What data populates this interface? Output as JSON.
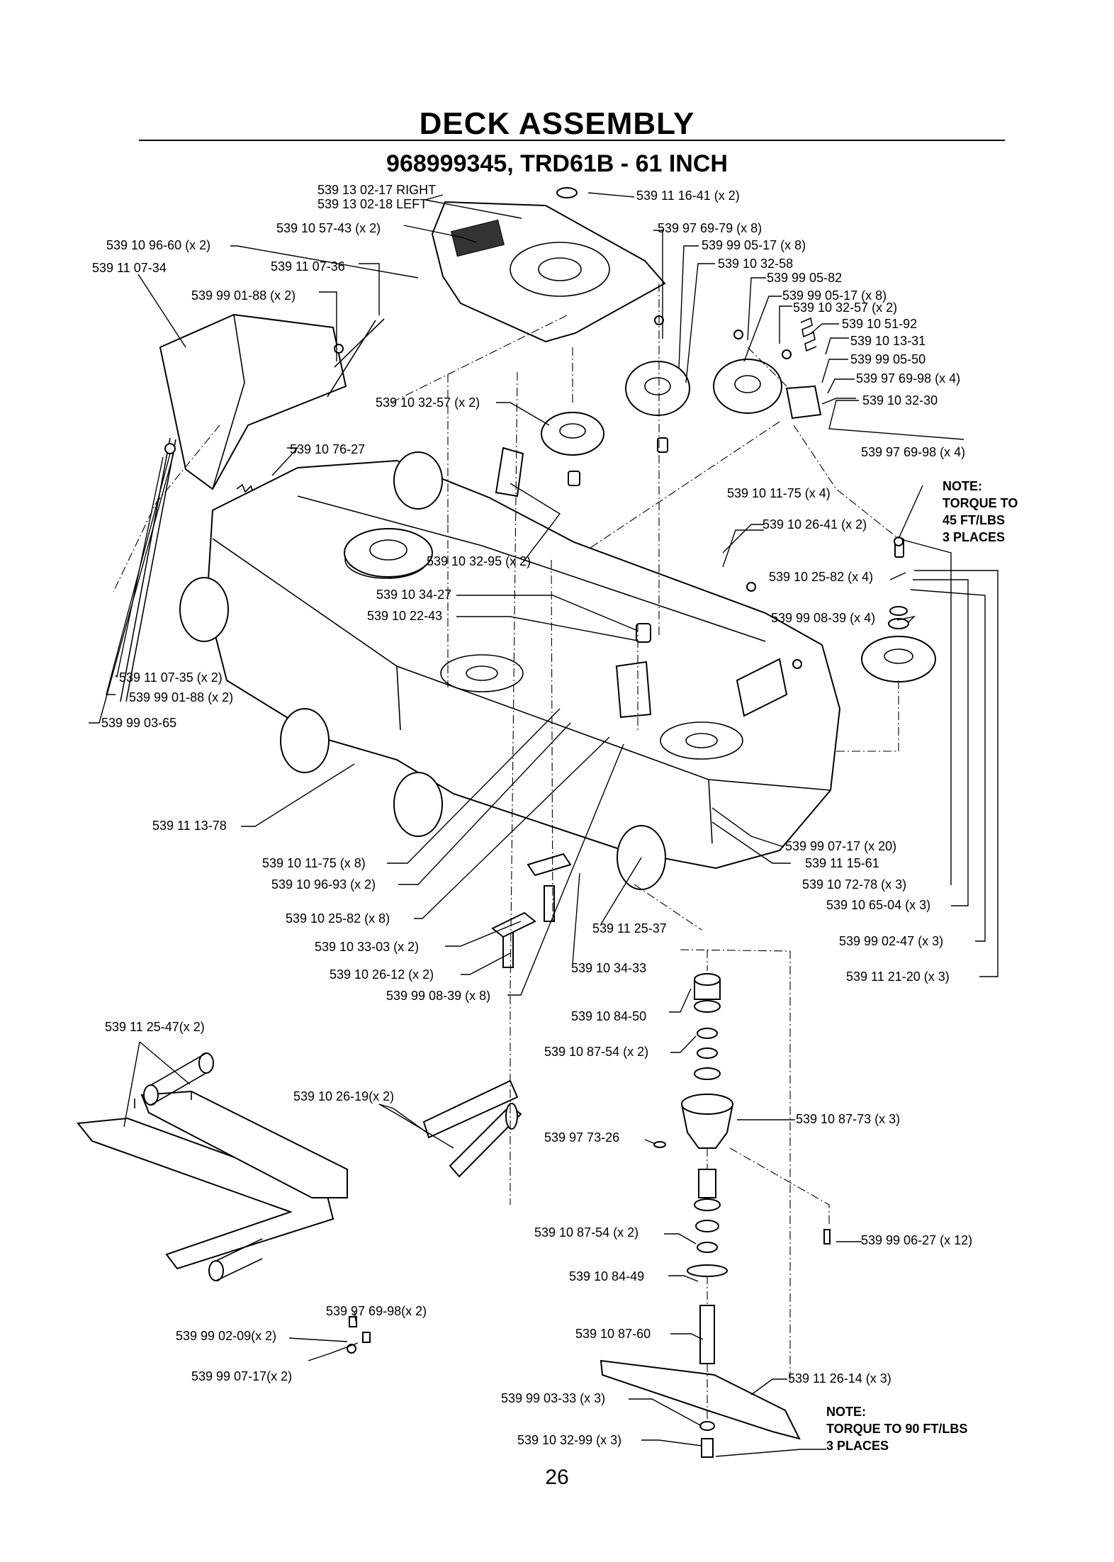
{
  "title": "DECK ASSEMBLY",
  "subtitle": "968999345, TRD61B - 61 INCH",
  "page_number": "26",
  "callouts": [
    {
      "part": "539 13 02-17 RIGHT",
      "qty": ""
    },
    {
      "part": "539 13 02-18 LEFT",
      "qty": ""
    },
    {
      "part": "539 11 16-41",
      "qty": "(x 2)"
    },
    {
      "part": "539 10 57-43",
      "qty": "(x 2)"
    },
    {
      "part": "539 97 69-79",
      "qty": "(x 8)"
    },
    {
      "part": "539 99 05-17",
      "qty": "(x 8)"
    },
    {
      "part": "539 10 96-60",
      "qty": "(x 2)"
    },
    {
      "part": "539 10 32-58",
      "qty": ""
    },
    {
      "part": "539 11 07-34",
      "qty": ""
    },
    {
      "part": "539 11 07-36",
      "qty": ""
    },
    {
      "part": "539 99 05-82",
      "qty": ""
    },
    {
      "part": "539 99 05-17",
      "qty": "(x 8)"
    },
    {
      "part": "539 99 01-88",
      "qty": "(x 2)"
    },
    {
      "part": "539 10 32-57",
      "qty": "(x 2)"
    },
    {
      "part": "539 10 51-92",
      "qty": ""
    },
    {
      "part": "539 10 13-31",
      "qty": ""
    },
    {
      "part": "539 99 05-50",
      "qty": ""
    },
    {
      "part": "539 97 69-98",
      "qty": "(x 4)"
    },
    {
      "part": "539 10 32-57",
      "qty": "(x 2)"
    },
    {
      "part": "539 10 32-30",
      "qty": ""
    },
    {
      "part": "539 10 76-27",
      "qty": ""
    },
    {
      "part": "539 97 69-98",
      "qty": "(x 4)"
    },
    {
      "part": "539 10 11-75",
      "qty": "(x 4)"
    },
    {
      "part": "539 10 26-41",
      "qty": "(x 2)"
    },
    {
      "part": "539 10 32-95",
      "qty": "(x 2)"
    },
    {
      "part": "539 10 25-82",
      "qty": "(x 4)"
    },
    {
      "part": "539 10 34-27",
      "qty": ""
    },
    {
      "part": "539 10 22-43",
      "qty": ""
    },
    {
      "part": "539 99 08-39",
      "qty": "(x 4)"
    },
    {
      "part": "539 11 07-35",
      "qty": "(x 2)"
    },
    {
      "part": "539 99 01-88",
      "qty": "(x 2)"
    },
    {
      "part": "539 99 03-65",
      "qty": ""
    },
    {
      "part": "539 11 13-78",
      "qty": ""
    },
    {
      "part": "539 99 07-17",
      "qty": "(x 20)"
    },
    {
      "part": "539 11 15-61",
      "qty": ""
    },
    {
      "part": "539 10 11-75",
      "qty": "(x 8)"
    },
    {
      "part": "539 10 72-78",
      "qty": "(x 3)"
    },
    {
      "part": "539 10 96-93",
      "qty": "(x 2)"
    },
    {
      "part": "539 10 65-04",
      "qty": "(x 3)"
    },
    {
      "part": "539 10 25-82",
      "qty": "(x 8)"
    },
    {
      "part": "539 11 25-37",
      "qty": ""
    },
    {
      "part": "539 99 02-47",
      "qty": "(x 3)"
    },
    {
      "part": "539 10 33-03",
      "qty": "(x 2)"
    },
    {
      "part": "539 10 26-12",
      "qty": "(x 2)"
    },
    {
      "part": "539 10 34-33",
      "qty": ""
    },
    {
      "part": "539 11 21-20",
      "qty": "(x 3)"
    },
    {
      "part": "539 99 08-39",
      "qty": "(x 8)"
    },
    {
      "part": "539 10 84-50",
      "qty": ""
    },
    {
      "part": "539 11 25-47",
      "qty": "(x 2)"
    },
    {
      "part": "539 10 87-54",
      "qty": "(x 2)"
    },
    {
      "part": "539 10 26-19",
      "qty": "(x 2)"
    },
    {
      "part": "539 10 87-73",
      "qty": "(x 3)"
    },
    {
      "part": "539 97 73-26",
      "qty": ""
    },
    {
      "part": "539 10 87-54",
      "qty": "(x 2)"
    },
    {
      "part": "539 99 06-27",
      "qty": "(x 12)"
    },
    {
      "part": "539 10 84-49",
      "qty": ""
    },
    {
      "part": "539 97 69-98",
      "qty": "(x 2)"
    },
    {
      "part": "539 99 02-09",
      "qty": "(x 2)"
    },
    {
      "part": "539 10 87-60",
      "qty": ""
    },
    {
      "part": "539 99 07-17",
      "qty": "(x 2)"
    },
    {
      "part": "539 11 26-14",
      "qty": "(x 3)"
    },
    {
      "part": "539 99 03-33",
      "qty": "(x 3)"
    },
    {
      "part": "539 10 32-99",
      "qty": "(x 3)"
    }
  ],
  "notes": [
    {
      "lines": [
        "NOTE:",
        "TORQUE TO",
        "45 FT/LBS",
        "3 PLACES"
      ]
    },
    {
      "lines": [
        "NOTE:",
        "TORQUE TO 90 FT/LBS",
        "3 PLACES"
      ]
    }
  ]
}
